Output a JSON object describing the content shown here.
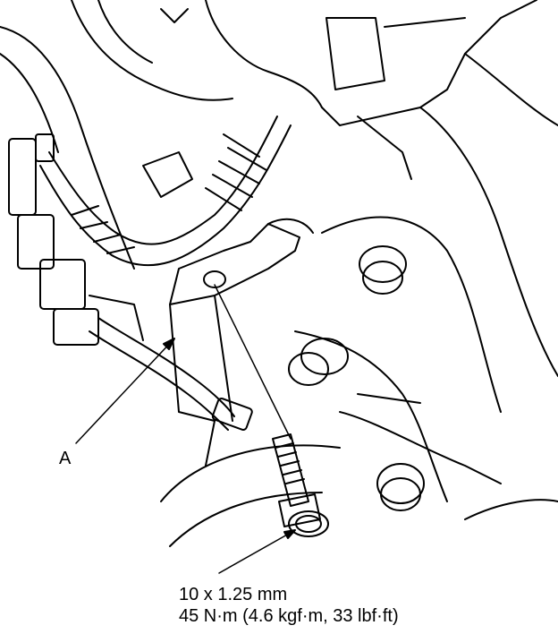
{
  "diagram": {
    "callout_a": "A",
    "bolt_size": "10 x 1.25 mm",
    "bolt_torque": "45 N·m (4.6 kgf·m, 33 lbf·ft)"
  },
  "colors": {
    "line": "#000000",
    "background": "#ffffff"
  }
}
